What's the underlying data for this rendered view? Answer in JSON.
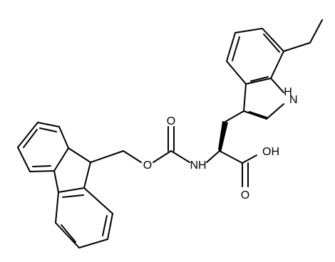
{
  "molecule": {
    "atoms": {
      "o_carbonyl": "O",
      "o_ester": "O",
      "nh_amide": "NH",
      "oh_acid": "OH",
      "o_acid": "O",
      "nh_indole": "H",
      "n_indole": "N"
    },
    "colors": {
      "bond": "#000000",
      "label": "#000000",
      "background": "#ffffff"
    }
  }
}
